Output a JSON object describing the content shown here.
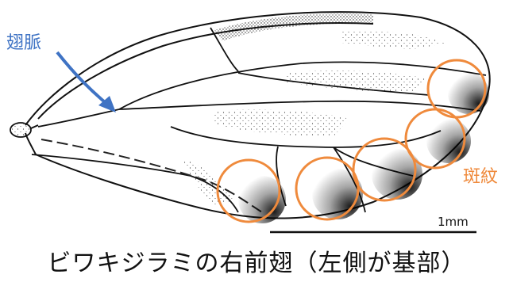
{
  "labels": {
    "vein": "翅脈",
    "spot": "斑紋",
    "scale": "1mm"
  },
  "caption": "ビワキジラミの右前翅（左側が基部）",
  "colors": {
    "vein_label": "#3f73c4",
    "arrow": "#3f73c4",
    "spot_circle": "#ef8a3c",
    "ink": "#111111"
  },
  "spot_circles": 5
}
